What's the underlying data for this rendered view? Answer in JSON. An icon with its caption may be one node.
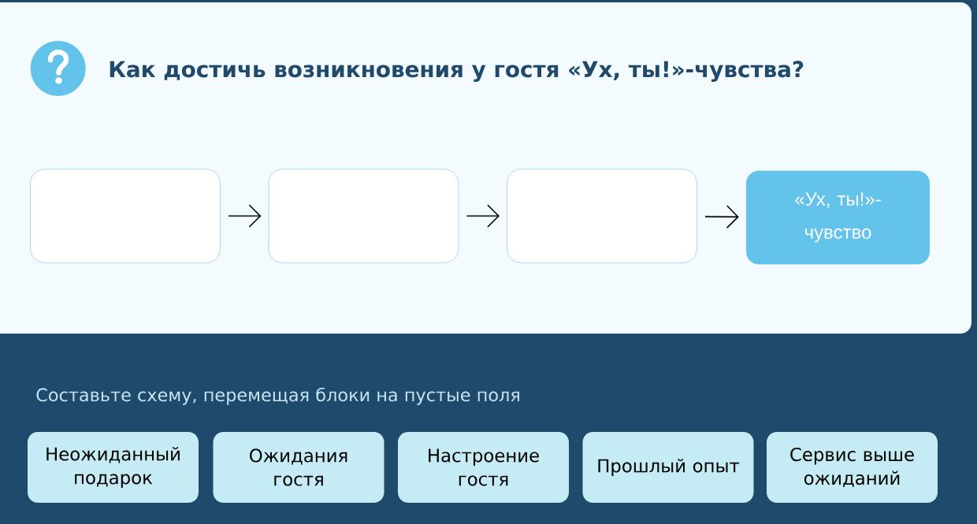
{
  "diagram": {
    "title": "Как достичь возникновения у гостя «Ух, ты!»-чувства?",
    "nodes": [
      {
        "text": [],
        "shape": "box"
      },
      {
        "text": [],
        "shape": "box"
      },
      {
        "text": [],
        "shape": "box"
      },
      {
        "text": [
          "«Ух, ты!»-чувство"
        ]
      },
      {
        "text": [
          "Неожиданный подарок"
        ]
      },
      {
        "text": [
          "Ожидания гостя"
        ]
      },
      {
        "text": [
          "Настроение гостя"
        ]
      },
      {
        "text": [
          "Прошлый опыт"
        ]
      },
      {
        "text": [
          "Сервис выше ожиданий"
        ]
      }
    ],
    "edges": [
      {
        "from": 0,
        "to": 1,
        "arrow": "to"
      },
      {
        "from": 1,
        "to": 2,
        "arrow": "to"
      },
      {
        "from": 2,
        "to": 3,
        "arrow": "to"
      }
    ],
    "labels": [
      "Составьте схему, перемещая блоки на пустые поля"
    ]
  }
}
